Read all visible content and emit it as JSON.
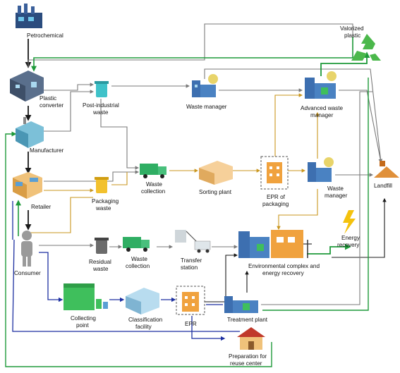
{
  "nodes": {
    "petrochemical": "Petrochemical",
    "plastic_converter": [
      "Plastic",
      "converter"
    ],
    "manufacturer": "Manufacturer",
    "retailer": "Retailer",
    "consumer": "Consumer",
    "post_industrial_waste": [
      "Post-industrial",
      "waste"
    ],
    "packaging_waste": [
      "Packaging",
      "waste"
    ],
    "residual_waste": [
      "Residual",
      "waste"
    ],
    "waste_collection_1": [
      "Waste",
      "collection"
    ],
    "waste_collection_2": [
      "Waste",
      "collection"
    ],
    "sorting_plant": "Sorting plant",
    "transfer_station": [
      "Transfer",
      "station"
    ],
    "waste_manager_top": "Waste manager",
    "waste_manager_mid": [
      "Waste",
      "manager"
    ],
    "advanced_waste_manager": [
      "Advanced waste",
      "manager"
    ],
    "epr_packaging": [
      "EPR of",
      "packaging"
    ],
    "valorized_plastic": [
      "Valorized",
      "plastic"
    ],
    "landfill": "Landfill",
    "energy_recovery": [
      "Energy",
      "recovery"
    ],
    "environmental_complex": [
      "Environmental complex and",
      "energy recovery"
    ],
    "collecting_point": [
      "Collecting",
      "point"
    ],
    "classification_facility": [
      "Classification",
      "facility"
    ],
    "epr": "EPR",
    "treatment_plant": "Treatment plant",
    "preparation_reuse": [
      "Preparation for",
      "reuse center"
    ]
  },
  "colors": {
    "black_flow": "#1a1a1a",
    "grey_flow": "#7a7a7a",
    "gold_flow": "#c9961e",
    "green_flow": "#1e9a3a",
    "blue_flow": "#1c2fa0",
    "recycle_green": "#4bb84b",
    "landfill_orange": "#e0903a",
    "energy_yellow": "#f4c20d"
  }
}
